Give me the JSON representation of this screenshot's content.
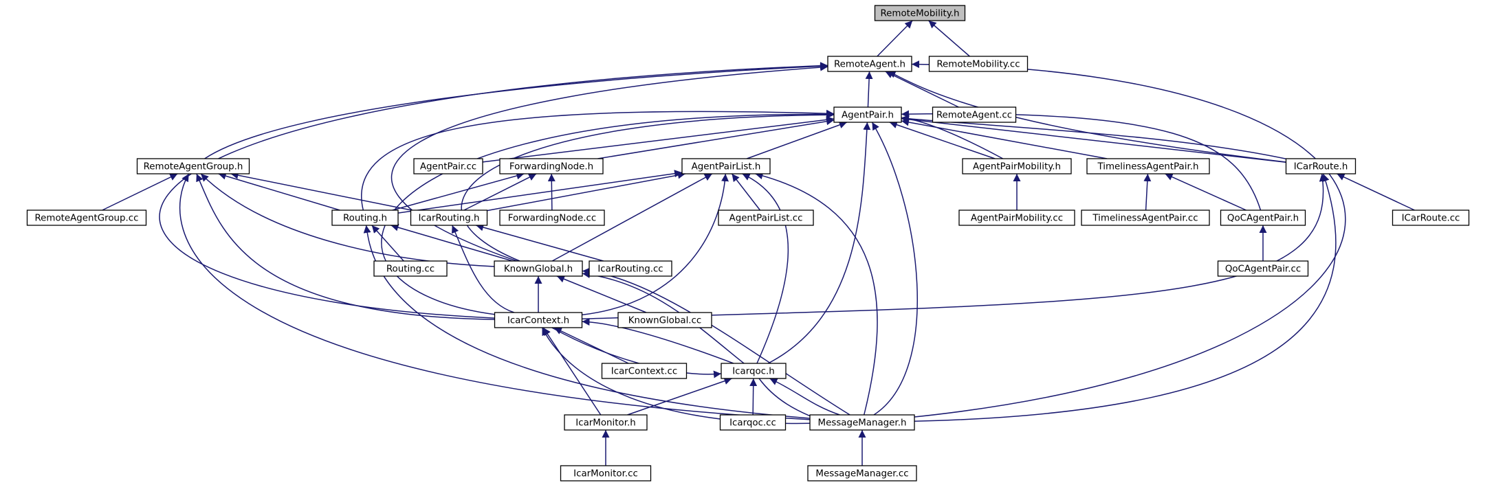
{
  "graph": {
    "colors": {
      "edge": "#191970",
      "node_fill": "#ffffff",
      "root_fill": "#bfbfbf",
      "border": "#000000"
    },
    "nodes": [
      {
        "id": "RemoteMobility_h",
        "label": "RemoteMobility.h",
        "root": true
      },
      {
        "id": "RemoteAgent_h",
        "label": "RemoteAgent.h"
      },
      {
        "id": "RemoteMobility_cc",
        "label": "RemoteMobility.cc"
      },
      {
        "id": "AgentPair_h",
        "label": "AgentPair.h"
      },
      {
        "id": "RemoteAgent_cc",
        "label": "RemoteAgent.cc"
      },
      {
        "id": "RemoteAgentGroup_h",
        "label": "RemoteAgentGroup.h"
      },
      {
        "id": "AgentPair_cc",
        "label": "AgentPair.cc"
      },
      {
        "id": "ForwardingNode_h",
        "label": "ForwardingNode.h"
      },
      {
        "id": "AgentPairList_h",
        "label": "AgentPairList.h"
      },
      {
        "id": "AgentPairMobility_h",
        "label": "AgentPairMobility.h"
      },
      {
        "id": "TimelinessAgentPair_h",
        "label": "TimelinessAgentPair.h"
      },
      {
        "id": "ICarRoute_h",
        "label": "ICarRoute.h"
      },
      {
        "id": "RemoteAgentGroup_cc",
        "label": "RemoteAgentGroup.cc"
      },
      {
        "id": "Routing_h",
        "label": "Routing.h"
      },
      {
        "id": "IcarRouting_h",
        "label": "IcarRouting.h"
      },
      {
        "id": "ForwardingNode_cc",
        "label": "ForwardingNode.cc"
      },
      {
        "id": "AgentPairList_cc",
        "label": "AgentPairList.cc"
      },
      {
        "id": "AgentPairMobility_cc",
        "label": "AgentPairMobility.cc"
      },
      {
        "id": "TimelinessAgentPair_cc",
        "label": "TimelinessAgentPair.cc"
      },
      {
        "id": "QoCAgentPair_h",
        "label": "QoCAgentPair.h"
      },
      {
        "id": "ICarRoute_cc",
        "label": "ICarRoute.cc"
      },
      {
        "id": "Routing_cc",
        "label": "Routing.cc"
      },
      {
        "id": "KnownGlobal_h",
        "label": "KnownGlobal.h"
      },
      {
        "id": "IcarRouting_cc",
        "label": "IcarRouting.cc"
      },
      {
        "id": "QoCAgentPair_cc",
        "label": "QoCAgentPair.cc"
      },
      {
        "id": "IcarContext_h",
        "label": "IcarContext.h"
      },
      {
        "id": "KnownGlobal_cc",
        "label": "KnownGlobal.cc"
      },
      {
        "id": "IcarContext_cc",
        "label": "IcarContext.cc"
      },
      {
        "id": "Icarqoc_h",
        "label": "Icarqoc.h"
      },
      {
        "id": "IcarMonitor_h",
        "label": "IcarMonitor.h"
      },
      {
        "id": "Icarqoc_cc",
        "label": "Icarqoc.cc"
      },
      {
        "id": "MessageManager_h",
        "label": "MessageManager.h"
      },
      {
        "id": "IcarMonitor_cc",
        "label": "IcarMonitor.cc"
      },
      {
        "id": "MessageManager_cc",
        "label": "MessageManager.cc"
      }
    ],
    "edges": [
      {
        "from": "RemoteAgent_h",
        "to": "RemoteMobility_h"
      },
      {
        "from": "RemoteMobility_cc",
        "to": "RemoteMobility_h"
      },
      {
        "from": "AgentPair_h",
        "to": "RemoteAgent_h"
      },
      {
        "from": "RemoteAgent_cc",
        "to": "RemoteAgent_h"
      },
      {
        "from": "RemoteAgentGroup_h",
        "to": "RemoteAgent_h"
      },
      {
        "from": "ICarRoute_h",
        "to": "RemoteAgent_h"
      },
      {
        "from": "KnownGlobal_h",
        "to": "RemoteAgent_h"
      },
      {
        "from": "IcarContext_h",
        "to": "RemoteAgent_h"
      },
      {
        "from": "MessageManager_h",
        "to": "RemoteAgent_h"
      },
      {
        "from": "AgentPair_cc",
        "to": "AgentPair_h"
      },
      {
        "from": "ForwardingNode_h",
        "to": "AgentPair_h"
      },
      {
        "from": "AgentPairList_h",
        "to": "AgentPair_h"
      },
      {
        "from": "AgentPairMobility_h",
        "to": "AgentPair_h"
      },
      {
        "from": "AgentPairMobility_h",
        "to": "AgentPair_h"
      },
      {
        "from": "TimelinessAgentPair_h",
        "to": "AgentPair_h"
      },
      {
        "from": "ICarRoute_h",
        "to": "AgentPair_h"
      },
      {
        "from": "ICarRoute_h",
        "to": "AgentPair_h"
      },
      {
        "from": "QoCAgentPair_h",
        "to": "AgentPair_h"
      },
      {
        "from": "Routing_h",
        "to": "AgentPair_h"
      },
      {
        "from": "KnownGlobal_h",
        "to": "AgentPair_h"
      },
      {
        "from": "IcarContext_h",
        "to": "AgentPair_h"
      },
      {
        "from": "Icarqoc_h",
        "to": "AgentPair_h"
      },
      {
        "from": "MessageManager_h",
        "to": "AgentPair_h"
      },
      {
        "from": "RemoteAgentGroup_cc",
        "to": "RemoteAgentGroup_h"
      },
      {
        "from": "Routing_h",
        "to": "RemoteAgentGroup_h"
      },
      {
        "from": "IcarRouting_h",
        "to": "RemoteAgentGroup_h"
      },
      {
        "from": "KnownGlobal_h",
        "to": "RemoteAgentGroup_h"
      },
      {
        "from": "IcarContext_h",
        "to": "RemoteAgentGroup_h"
      },
      {
        "from": "MessageManager_h",
        "to": "RemoteAgentGroup_h"
      },
      {
        "from": "ForwardingNode_cc",
        "to": "ForwardingNode_h"
      },
      {
        "from": "Routing_h",
        "to": "ForwardingNode_h"
      },
      {
        "from": "IcarRouting_h",
        "to": "ForwardingNode_h"
      },
      {
        "from": "AgentPairList_cc",
        "to": "AgentPairList_h"
      },
      {
        "from": "Routing_h",
        "to": "AgentPairList_h"
      },
      {
        "from": "IcarRouting_h",
        "to": "AgentPairList_h"
      },
      {
        "from": "KnownGlobal_h",
        "to": "AgentPairList_h"
      },
      {
        "from": "IcarContext_h",
        "to": "AgentPairList_h"
      },
      {
        "from": "Icarqoc_h",
        "to": "AgentPairList_h"
      },
      {
        "from": "MessageManager_h",
        "to": "AgentPairList_h"
      },
      {
        "from": "AgentPairMobility_cc",
        "to": "AgentPairMobility_h"
      },
      {
        "from": "TimelinessAgentPair_cc",
        "to": "TimelinessAgentPair_h"
      },
      {
        "from": "QoCAgentPair_h",
        "to": "TimelinessAgentPair_h"
      },
      {
        "from": "ICarRoute_cc",
        "to": "ICarRoute_h"
      },
      {
        "from": "IcarContext_h",
        "to": "ICarRoute_h"
      },
      {
        "from": "MessageManager_h",
        "to": "ICarRoute_h"
      },
      {
        "from": "QoCAgentPair_cc",
        "to": "QoCAgentPair_h"
      },
      {
        "from": "Routing_cc",
        "to": "Routing_h"
      },
      {
        "from": "KnownGlobal_h",
        "to": "Routing_h"
      },
      {
        "from": "MessageManager_h",
        "to": "Routing_h"
      },
      {
        "from": "IcarRouting_cc",
        "to": "IcarRouting_h"
      },
      {
        "from": "IcarContext_h",
        "to": "IcarRouting_h"
      },
      {
        "from": "KnownGlobal_cc",
        "to": "KnownGlobal_h"
      },
      {
        "from": "IcarContext_h",
        "to": "KnownGlobal_h"
      },
      {
        "from": "Icarqoc_h",
        "to": "KnownGlobal_h"
      },
      {
        "from": "MessageManager_h",
        "to": "KnownGlobal_h"
      },
      {
        "from": "IcarContext_cc",
        "to": "IcarContext_h"
      },
      {
        "from": "Icarqoc_h",
        "to": "IcarContext_h"
      },
      {
        "from": "IcarMonitor_h",
        "to": "IcarContext_h"
      },
      {
        "from": "MessageManager_h",
        "to": "IcarContext_h"
      },
      {
        "from": "IcarContext_h",
        "to": "Icarqoc_h"
      },
      {
        "from": "IcarMonitor_h",
        "to": "Icarqoc_h"
      },
      {
        "from": "Icarqoc_cc",
        "to": "Icarqoc_h"
      },
      {
        "from": "MessageManager_h",
        "to": "Icarqoc_h"
      },
      {
        "from": "Icarqoc_h",
        "to": "MessageManager_h"
      },
      {
        "from": "IcarMonitor_cc",
        "to": "IcarMonitor_h"
      },
      {
        "from": "MessageManager_cc",
        "to": "MessageManager_h"
      }
    ]
  }
}
